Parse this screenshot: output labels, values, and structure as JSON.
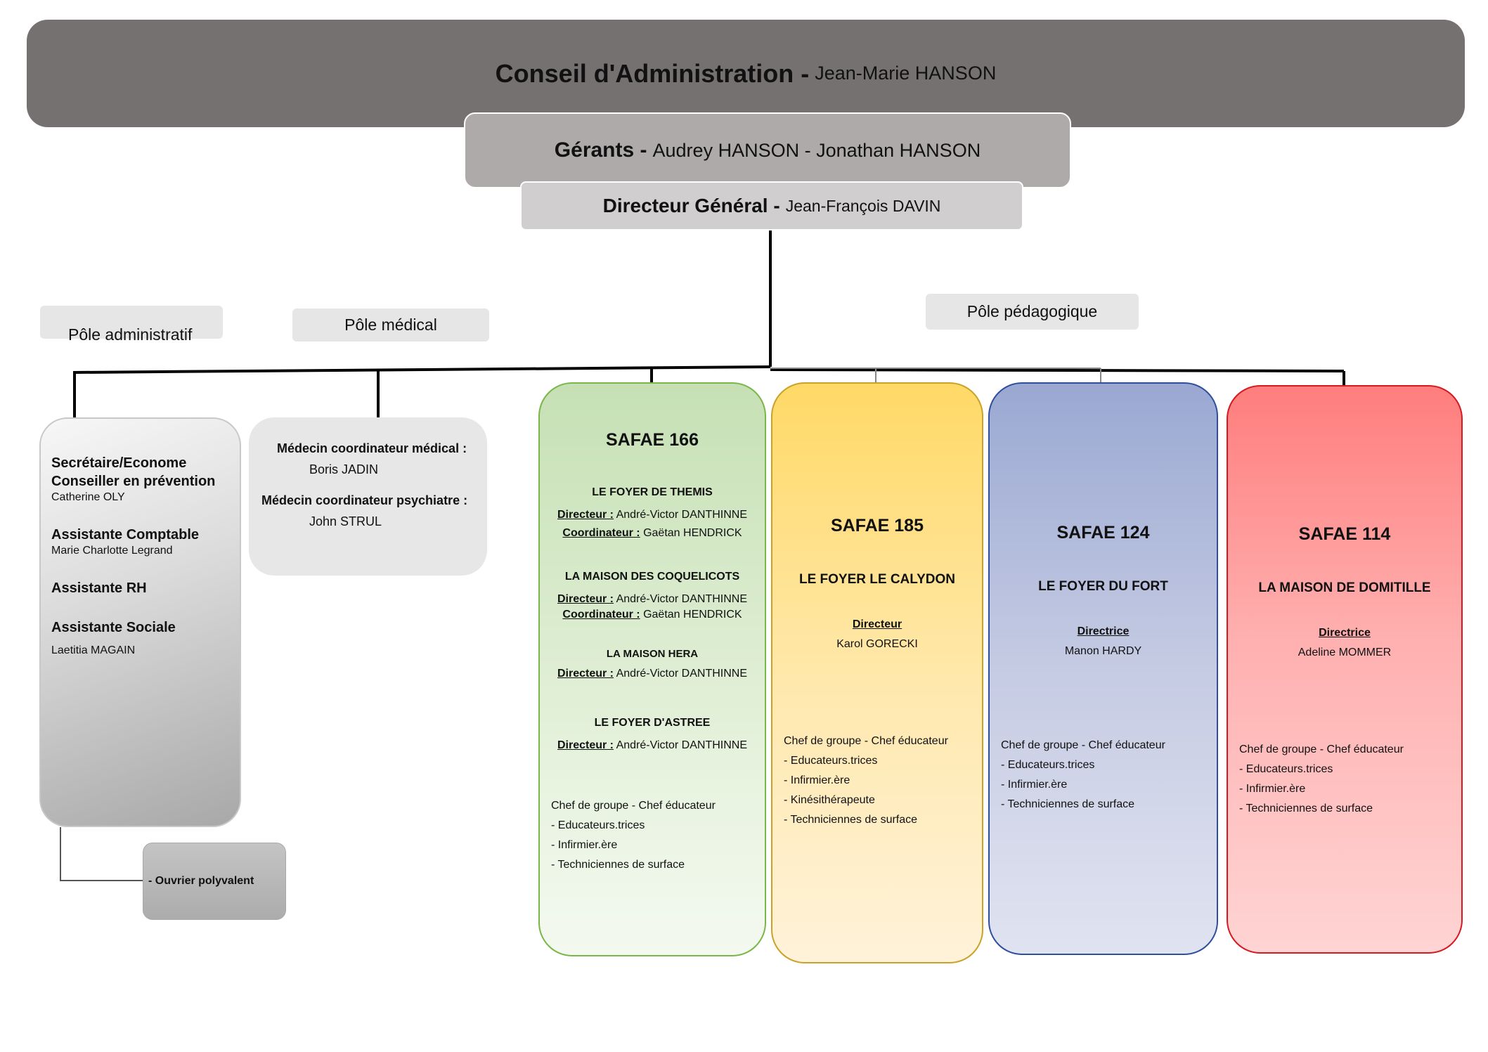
{
  "board": {
    "title": "Conseil d'Administration -",
    "name": "Jean-Marie HANSON"
  },
  "managers": {
    "title": "Gérants -",
    "names": "Audrey HANSON - Jonathan HANSON"
  },
  "director_general": {
    "title": "Directeur Général -",
    "name": "Jean-François DAVIN"
  },
  "poles": {
    "admin": "Pôle administratif",
    "medical": "Pôle médical",
    "pedagogique": "Pôle pédagogique"
  },
  "admin_box": {
    "roles": [
      {
        "role": "Secrétaire/Econome",
        "role2": "Conseiller en prévention",
        "person": "Catherine OLY"
      },
      {
        "role": "Assistante Comptable",
        "person": "Marie Charlotte Legrand"
      },
      {
        "role": "Assistante RH",
        "person": ""
      },
      {
        "role": "Assistante Sociale",
        "person": "Laetitia MAGAIN"
      }
    ]
  },
  "medical_box": {
    "r1": "Médecin coordinateur médical :",
    "p1": "Boris JADIN",
    "r2": "Médecin coordinateur psychiatre :",
    "p2": "John STRUL"
  },
  "worker": "- Ouvrier polyvalent",
  "safae166": {
    "name": "SAFAE 166",
    "foyers": [
      {
        "name": "LE FOYER DE THEMIS",
        "dir_label": "Directeur :",
        "dir": "André-Victor DANTHINNE",
        "coord_label": "Coordinateur :",
        "coord": "Gaëtan HENDRICK"
      },
      {
        "name": "LA MAISON DES COQUELICOTS",
        "dir_label": "Directeur :",
        "dir": "André-Victor DANTHINNE",
        "coord_label": "Coordinateur :",
        "coord": "Gaëtan HENDRICK"
      },
      {
        "name": "LA MAISON HERA",
        "dir_label": "Directeur :",
        "dir": "André-Victor DANTHINNE"
      },
      {
        "name": "LE FOYER D'ASTREE",
        "dir_label": "Directeur :",
        "dir": "André-Victor DANTHINNE"
      }
    ],
    "staff": [
      "Chef de groupe - Chef éducateur",
      "- Educateurs.trices",
      "- Infirmier.ère",
      "- Techniciennes de surface"
    ]
  },
  "safae185": {
    "name": "SAFAE 185",
    "foyer": "LE FOYER LE CALYDON",
    "dir_label": "Directeur",
    "dir": "Karol GORECKI",
    "staff": [
      "Chef de groupe - Chef éducateur",
      "- Educateurs.trices",
      "- Infirmier.ère",
      "- Kinésithérapeute",
      "- Techniciennes de surface"
    ]
  },
  "safae124": {
    "name": "SAFAE 124",
    "foyer": "LE FOYER DU FORT",
    "dir_label": "Directrice",
    "dir": "Manon HARDY",
    "staff": [
      "Chef de groupe - Chef éducateur",
      "- Educateurs.trices",
      "- Infirmier.ère",
      "- Techniciennes de surface"
    ]
  },
  "safae114": {
    "name": "SAFAE 114",
    "foyer": "LA MAISON DE DOMITILLE",
    "dir_label": "Directrice",
    "dir": "Adeline MOMMER",
    "staff": [
      "Chef de groupe - Chef éducateur",
      "- Educateurs.trices",
      "- Infirmier.ère",
      "- Techniciennes de surface"
    ]
  },
  "colors": {
    "board": "#757170",
    "managers": "#aeaaaa",
    "director": "#d0cece",
    "safae166": "#c6e0b4",
    "safae185": "#ffd966",
    "safae124": "#9aa8d2",
    "safae114": "#ff7d7d"
  }
}
